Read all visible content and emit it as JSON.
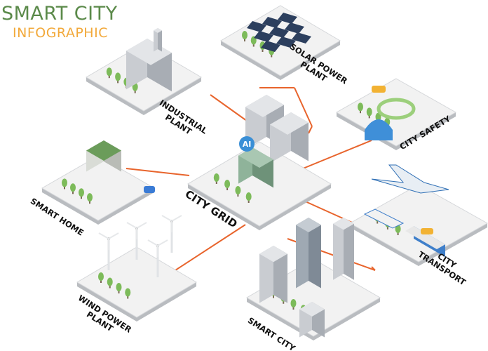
{
  "title": {
    "line1": "SMART CITY",
    "line2": "INFOGRAPHIC"
  },
  "colors": {
    "title_green": "#5b8a4a",
    "title_orange": "#f2a93b",
    "connector": "#e8642c",
    "tile_top": "#f2f2f2",
    "tile_side": "#b9bcc0"
  },
  "nodes": [
    {
      "id": "industrial-plant",
      "label1": "INDUSTRIAL",
      "label2": "PLANT"
    },
    {
      "id": "solar-power-plant",
      "label1": "SOLAR POWER",
      "label2": "PLANT"
    },
    {
      "id": "city-safety",
      "label1": "CITY SAFETY",
      "label2": ""
    },
    {
      "id": "city-grid",
      "label1": "CITY GRID",
      "label2": ""
    },
    {
      "id": "smart-home",
      "label1": "SMART HOME",
      "label2": ""
    },
    {
      "id": "city-transport",
      "label1": "CITY",
      "label2": "TRANSPORT"
    },
    {
      "id": "wind-power-plant",
      "label1": "WIND POWER",
      "label2": "PLANT"
    },
    {
      "id": "smart-city",
      "label1": "SMART CITY",
      "label2": ""
    }
  ],
  "center_badge": "AI"
}
